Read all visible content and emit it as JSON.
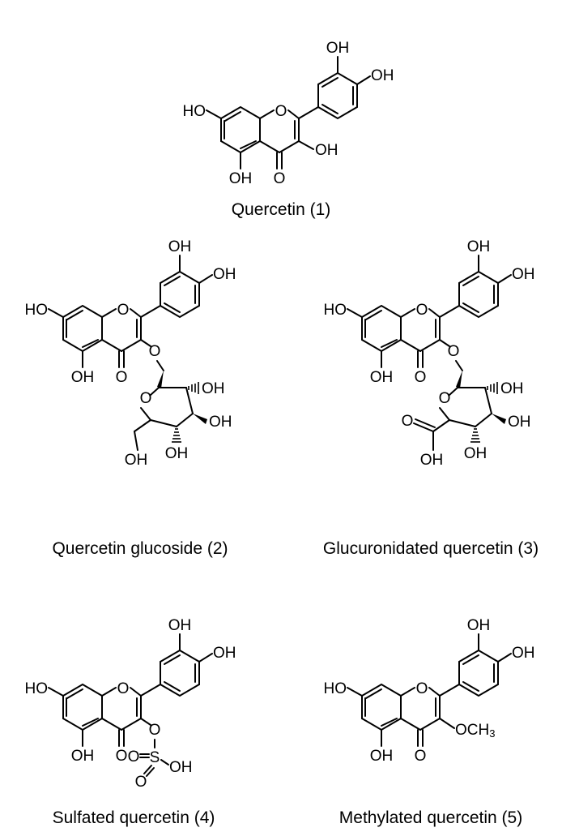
{
  "captions": {
    "c1": "Quercetin (1)",
    "c2": "Quercetin glucoside (2)",
    "c3": "Glucuronidated quercetin (3)",
    "c4": "Sulfated quercetin (4)",
    "c5": "Methylated quercetin (5)"
  },
  "atoms": {
    "oh": "OH",
    "ho": "HO",
    "o": "O",
    "s": "S",
    "och": "OCH",
    "sub3": "3"
  }
}
